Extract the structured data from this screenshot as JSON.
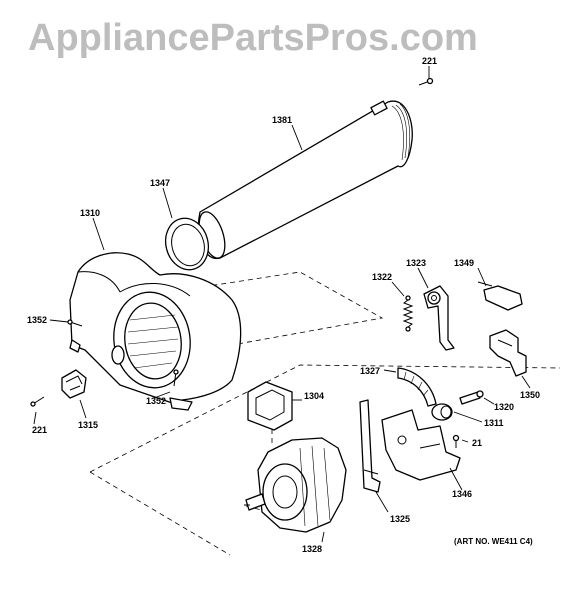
{
  "watermark": "AppliancePartsPros.com",
  "art_number": "(ART NO. WE411 C4)",
  "callouts": {
    "p221_top": "221",
    "p1381": "1381",
    "p1347": "1347",
    "p1310": "1310",
    "p1352_left": "1352",
    "p221_left": "221",
    "p1315": "1315",
    "p1352_bottom": "1352",
    "p1304": "1304",
    "p1328": "1328",
    "p1325": "1325",
    "p1322": "1322",
    "p1323": "1323",
    "p1349": "1349",
    "p1327": "1327",
    "p1350": "1350",
    "p1311": "1311",
    "p1320": "1320",
    "p21": "21",
    "p1346": "1346"
  }
}
